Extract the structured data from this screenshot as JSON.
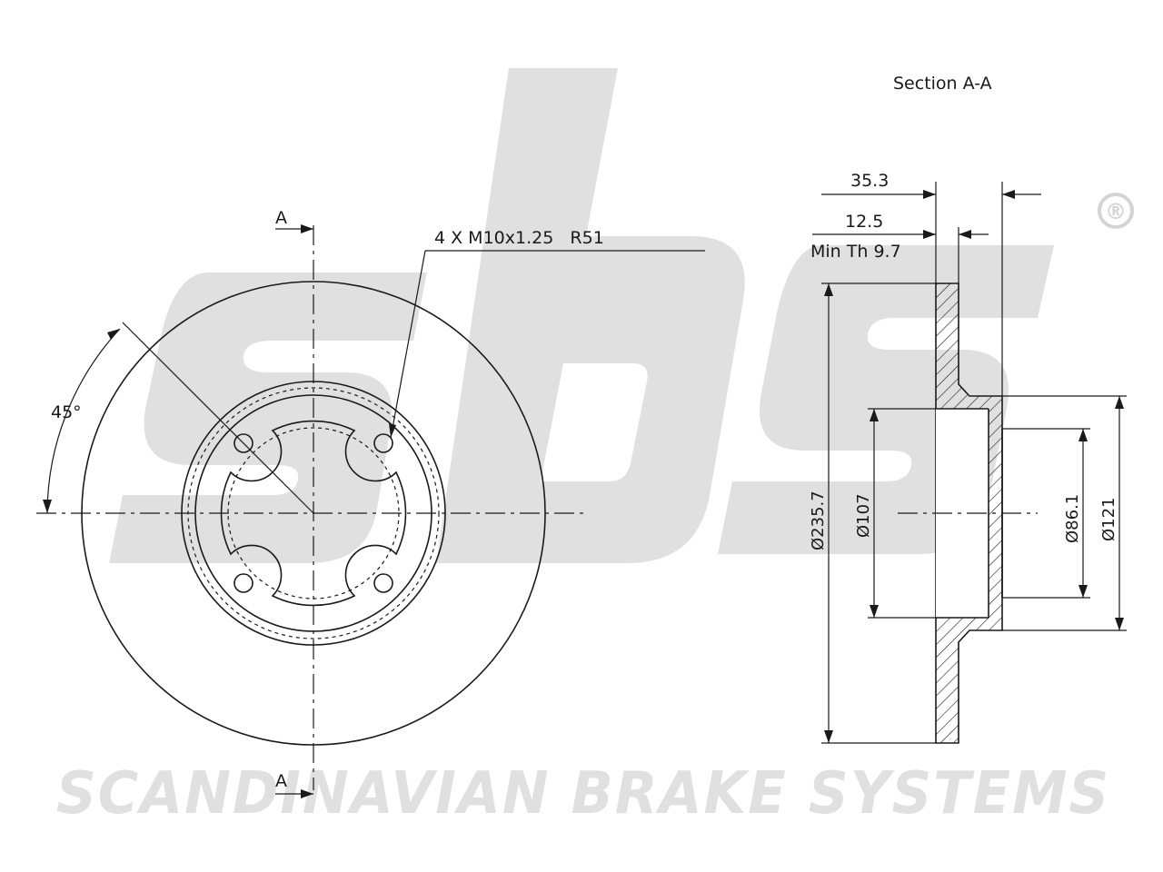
{
  "watermark": {
    "brand": "SCANDINAVIAN BRAKE SYSTEMS",
    "registered_mark": "®",
    "color": "#e0e0e0"
  },
  "section_title": "Section A-A",
  "section_marks": {
    "top": "A",
    "bottom": "A"
  },
  "callouts": {
    "bolt_pattern": "4 X M10x1.25   R51",
    "angle": "45°"
  },
  "dimensions": {
    "overall_height": "35.3",
    "disc_thickness": "12.5",
    "min_thickness": "Min Th 9.7",
    "outer_diameter": "Ø235.7",
    "center_bore": "Ø107",
    "hub_inner": "Ø86.1",
    "hub_outer": "Ø121"
  }
}
